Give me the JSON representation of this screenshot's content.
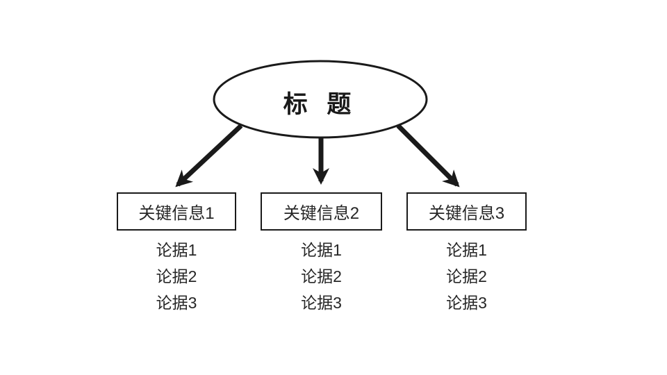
{
  "page": {
    "background_color": "#ffffff"
  },
  "diagram": {
    "title": "标 题",
    "stroke_color": "#1a1a1a",
    "text_color": "#262626",
    "branches": [
      {
        "label": "关键信息1",
        "arguments": [
          "论据1",
          "论据2",
          "论据3"
        ]
      },
      {
        "label": "关键信息2",
        "arguments": [
          "论据1",
          "论据2",
          "论据3"
        ]
      },
      {
        "label": "关键信息3",
        "arguments": [
          "论据1",
          "论据2",
          "论据3"
        ]
      }
    ]
  }
}
